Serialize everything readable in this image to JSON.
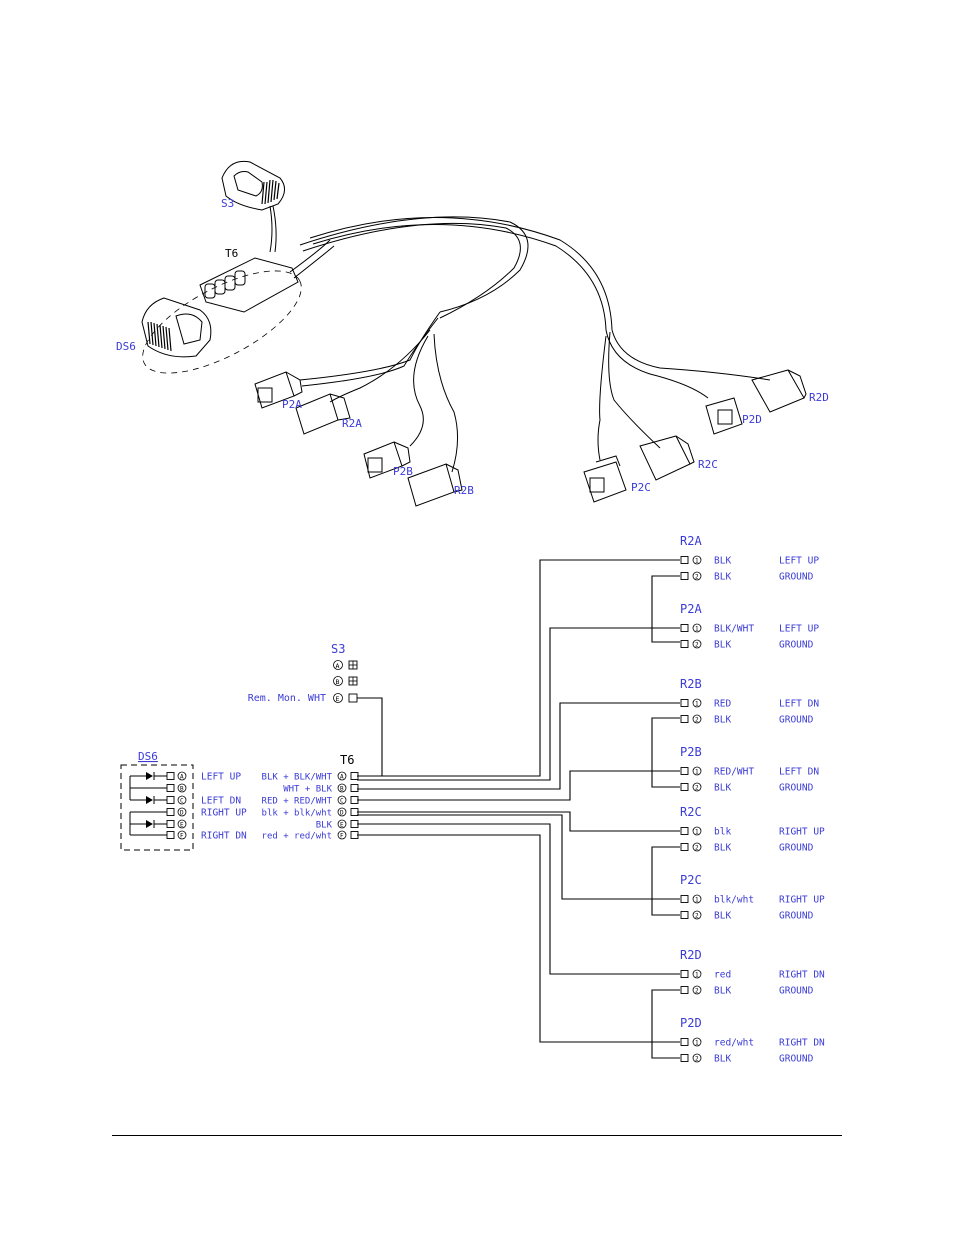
{
  "colors": {
    "accent": "#3b3bd6",
    "line": "#000000"
  },
  "illustration": {
    "labels": {
      "s3": "S3",
      "t6": "T6",
      "ds6": "DS6",
      "p2a": "P2A",
      "r2a": "R2A",
      "p2b": "P2B",
      "r2b": "R2B",
      "p2c": "P2C",
      "r2c": "R2C",
      "p2d": "P2D",
      "r2d": "R2D"
    }
  },
  "schematic": {
    "s3": {
      "title": "S3",
      "pins": [
        {
          "pin": "A",
          "text": ""
        },
        {
          "pin": "B",
          "text": ""
        },
        {
          "pin": "E",
          "text": "Rem. Mon.   WHT"
        }
      ]
    },
    "ds6": {
      "title": "DS6",
      "pins": [
        "A",
        "B",
        "C",
        "D",
        "E",
        "F"
      ],
      "labels": [
        "LEFT UP",
        "",
        "LEFT DN",
        "RIGHT UP",
        "",
        "RIGHT DN"
      ]
    },
    "t6": {
      "title": "T6",
      "pins": [
        {
          "pin": "A",
          "wire": "BLK + BLK/WHT"
        },
        {
          "pin": "B",
          "wire": "WHT + BLK"
        },
        {
          "pin": "C",
          "wire": "RED + RED/WHT"
        },
        {
          "pin": "D",
          "wire": "blk + blk/wht"
        },
        {
          "pin": "E",
          "wire": "BLK"
        },
        {
          "pin": "F",
          "wire": "red + red/wht"
        }
      ]
    },
    "connectors": [
      {
        "name": "R2A",
        "rows": [
          {
            "pin": "1",
            "wire": "BLK",
            "fn": "LEFT UP"
          },
          {
            "pin": "2",
            "wire": "BLK",
            "fn": "GROUND"
          }
        ]
      },
      {
        "name": "P2A",
        "rows": [
          {
            "pin": "1",
            "wire": "BLK/WHT",
            "fn": "LEFT UP"
          },
          {
            "pin": "2",
            "wire": "BLK",
            "fn": "GROUND"
          }
        ]
      },
      {
        "name": "R2B",
        "rows": [
          {
            "pin": "1",
            "wire": "RED",
            "fn": "LEFT DN"
          },
          {
            "pin": "2",
            "wire": "BLK",
            "fn": "GROUND"
          }
        ]
      },
      {
        "name": "P2B",
        "rows": [
          {
            "pin": "1",
            "wire": "RED/WHT",
            "fn": "LEFT DN"
          },
          {
            "pin": "2",
            "wire": "BLK",
            "fn": "GROUND"
          }
        ]
      },
      {
        "name": "R2C",
        "rows": [
          {
            "pin": "1",
            "wire": "blk",
            "fn": "RIGHT UP"
          },
          {
            "pin": "2",
            "wire": "BLK",
            "fn": "GROUND"
          }
        ]
      },
      {
        "name": "P2C",
        "rows": [
          {
            "pin": "1",
            "wire": "blk/wht",
            "fn": "RIGHT UP"
          },
          {
            "pin": "2",
            "wire": "BLK",
            "fn": "GROUND"
          }
        ]
      },
      {
        "name": "R2D",
        "rows": [
          {
            "pin": "1",
            "wire": "red",
            "fn": "RIGHT DN"
          },
          {
            "pin": "2",
            "wire": "BLK",
            "fn": "GROUND"
          }
        ]
      },
      {
        "name": "P2D",
        "rows": [
          {
            "pin": "1",
            "wire": "red/wht",
            "fn": "RIGHT DN"
          },
          {
            "pin": "2",
            "wire": "BLK",
            "fn": "GROUND"
          }
        ]
      }
    ]
  }
}
